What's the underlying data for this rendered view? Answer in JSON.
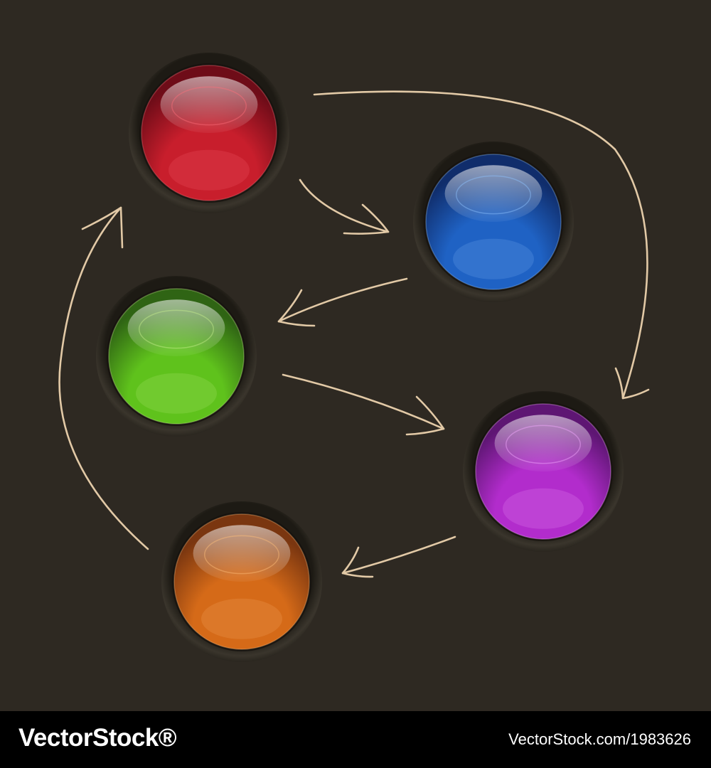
{
  "diagram": {
    "nodes": [
      {
        "id": "red",
        "color": "#c81e2c",
        "highlight": "#ff6f7a",
        "dark": "#6e0c18"
      },
      {
        "id": "blue",
        "color": "#1f62c4",
        "highlight": "#8fc4ff",
        "dark": "#102d6b"
      },
      {
        "id": "green",
        "color": "#5fc21c",
        "highlight": "#c7f08d",
        "dark": "#2f6414"
      },
      {
        "id": "purple",
        "color": "#b22ccc",
        "highlight": "#f4a8ff",
        "dark": "#5e1673"
      },
      {
        "id": "orange",
        "color": "#d56a18",
        "highlight": "#ffbe7a",
        "dark": "#7a3610"
      }
    ],
    "edges": [
      {
        "from": "red",
        "to": "blue"
      },
      {
        "from": "red",
        "to": "purple"
      },
      {
        "from": "blue",
        "to": "green"
      },
      {
        "from": "green",
        "to": "purple"
      },
      {
        "from": "purple",
        "to": "orange"
      },
      {
        "from": "orange",
        "to": "red"
      }
    ],
    "background_color": "#2e2922",
    "arrow_color": "#e2c9a6"
  },
  "footer": {
    "brand": "VectorStock®",
    "image_id": "VectorStock.com/1983626"
  }
}
